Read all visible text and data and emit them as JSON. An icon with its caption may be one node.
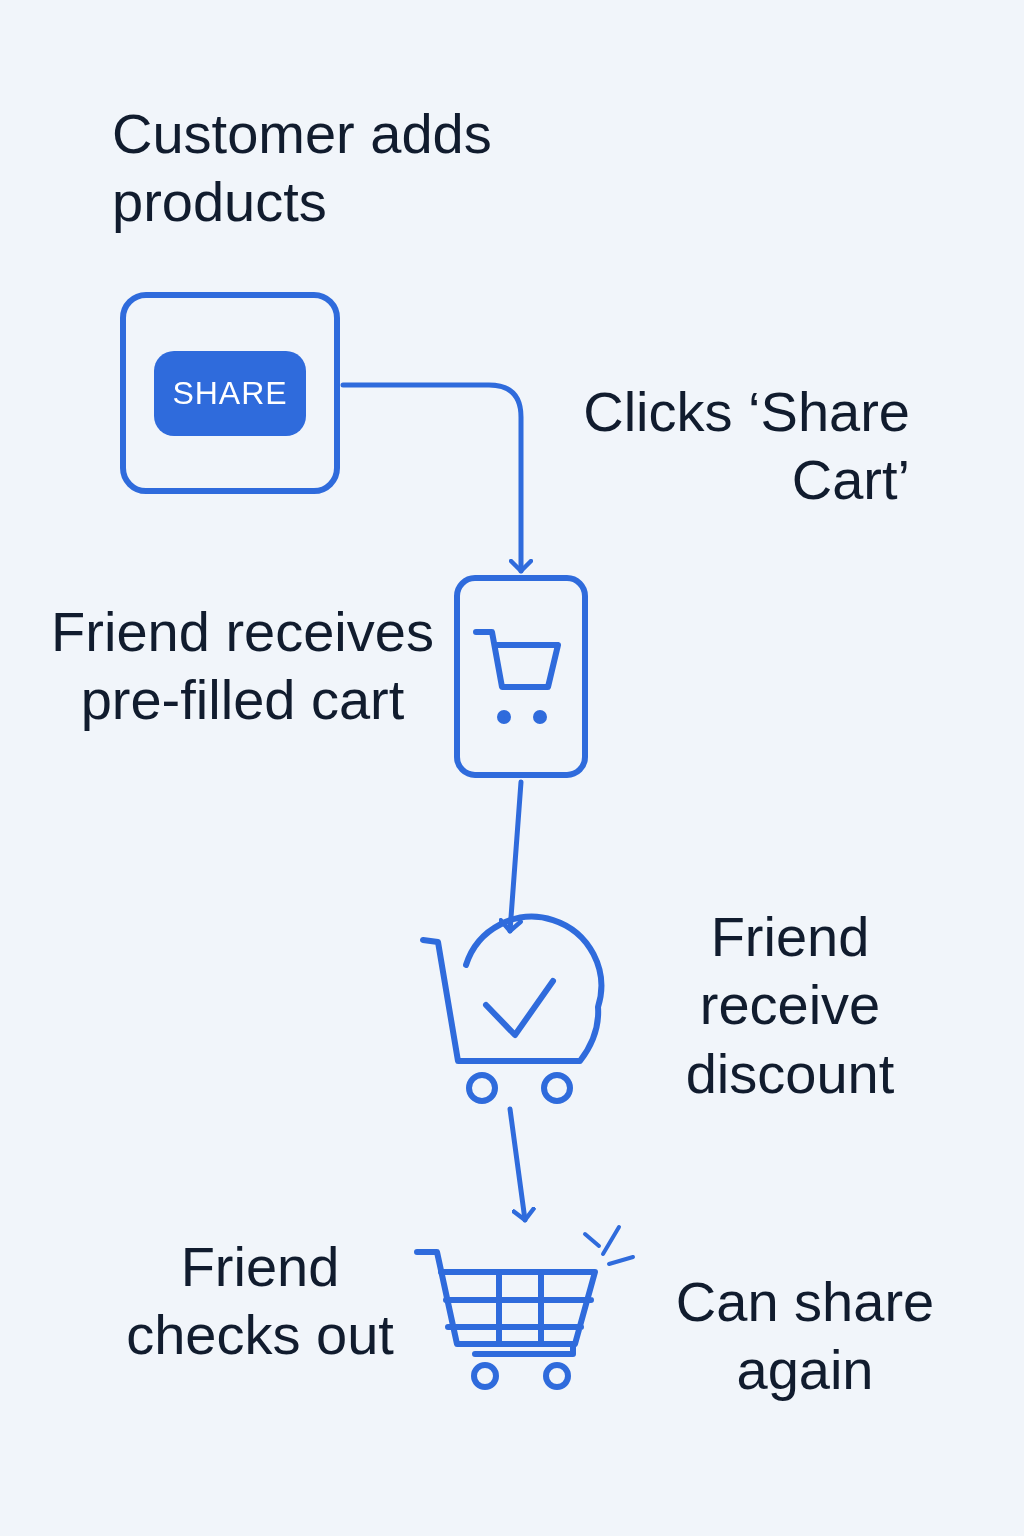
{
  "diagram": {
    "nodes": [
      {
        "text": [
          "SHARE"
        ],
        "beside": [
          "Customer adds products"
        ]
      },
      {
        "text": [],
        "shape": "phone",
        "beside": [
          "Friend receives pre-filled cart"
        ]
      },
      {
        "text": [],
        "shape": "cart",
        "beside": [
          "Friend receive discount"
        ]
      },
      {
        "text": [],
        "shape": "cart",
        "beside": [
          "Friend checks out",
          "Can share again"
        ]
      }
    ],
    "edges": [
      {
        "from": 0,
        "to": 1,
        "arrow": "to",
        "label": "Clicks ‘Share Cart’"
      },
      {
        "from": 1,
        "to": 2,
        "arrow": "to"
      },
      {
        "from": 2,
        "to": 3,
        "arrow": "to"
      }
    ]
  }
}
